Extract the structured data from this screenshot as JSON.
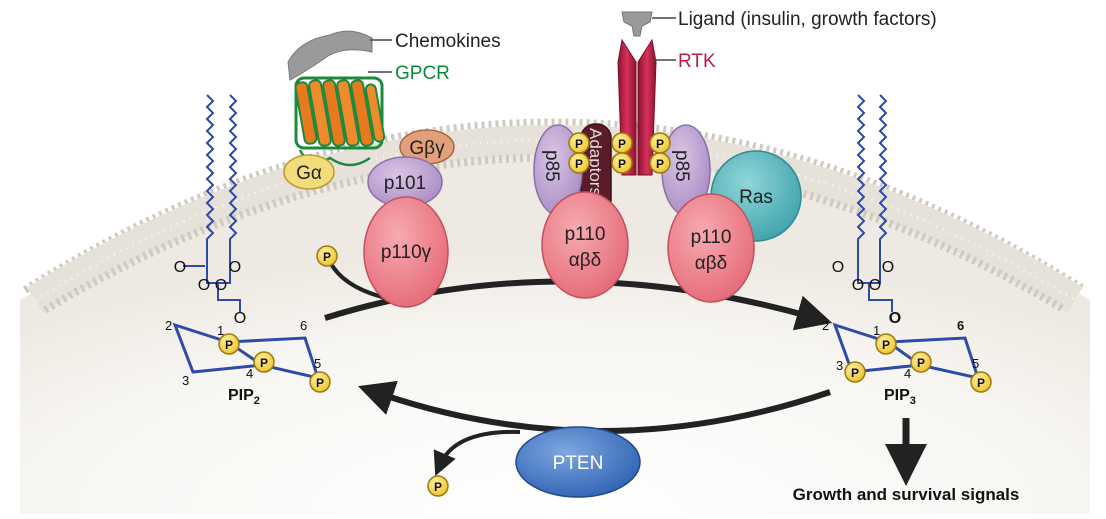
{
  "labels": {
    "chemokines": "Chemokines",
    "gpcr": "GPCR",
    "ligand": "Ligand (insulin, growth factors)",
    "rtk": "RTK",
    "output": "Growth and survival signals"
  },
  "proteins": {
    "g_alpha": "Gα",
    "g_beta_gamma": "Gβγ",
    "p101": "p101",
    "p110_gamma": "p110γ",
    "p85": "p85",
    "adaptors": "Adaptors",
    "p110": "p110",
    "abd": "αβδ",
    "ras": "Ras",
    "pten": "PTEN"
  },
  "lipids": {
    "pip2_base": "PIP",
    "pip2_sub": "2",
    "pip3_base": "PIP",
    "pip3_sub": "3",
    "oxygen": "O",
    "ring_numbers": [
      "1",
      "2",
      "3",
      "4",
      "5",
      "6"
    ]
  },
  "phosphate": "P",
  "colors": {
    "membrane": "#eeeae2",
    "gpcr": "#0a8a3a",
    "rtk": "#b81c45",
    "p110": "#ef7f8a",
    "p85": "#b99fcf",
    "ras": "#5bb9c0",
    "pten": "#3c74c0",
    "phosphate": "#f5d33c",
    "inositol": "#2f4aa8"
  }
}
